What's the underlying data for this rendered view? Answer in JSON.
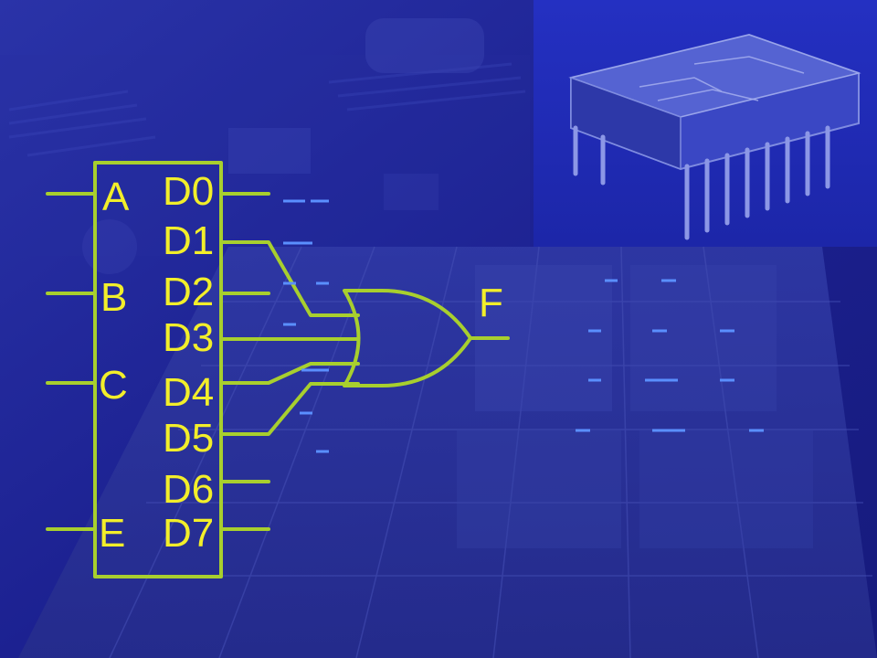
{
  "colors": {
    "background": "#1b1f8e",
    "wire": "#a8cf2e",
    "label": "#f2ee2a",
    "dash": "#5a8fff"
  },
  "decoder": {
    "inputs": [
      "A",
      "B",
      "C",
      "E"
    ],
    "outputs": [
      "D0",
      "D1",
      "D2",
      "D3",
      "D4",
      "D5",
      "D6",
      "D7"
    ]
  },
  "or_gate": {
    "output_label": "F",
    "connected_inputs": [
      "D1",
      "D3",
      "D4",
      "D5"
    ]
  },
  "background_images": [
    "circuit-board-photo",
    "ic-chip-illustration",
    "chip-die-photo"
  ]
}
